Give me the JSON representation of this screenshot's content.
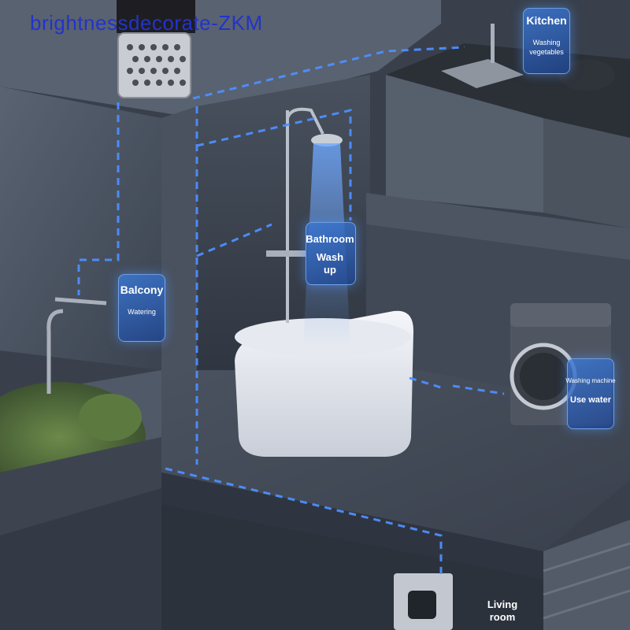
{
  "watermark": "brightnessdecorate-ZKM",
  "labels": {
    "kitchen": {
      "title": "Kitchen",
      "sub_line1": "Washing",
      "sub_line2": "vegetables"
    },
    "bathroom": {
      "title": "Bathroom",
      "sub_line1": "Wash",
      "sub_line2": "up"
    },
    "balcony": {
      "title": "Balcony",
      "sub": "Watering"
    },
    "washing_machine": {
      "title": "Washing machine",
      "sub": "Use water"
    },
    "living_room": {
      "line1": "Living",
      "line2": "room"
    }
  },
  "colors": {
    "pipe_glow": "#4d8fff",
    "bubble": "#2f6fd0",
    "watermark": "#2233cc"
  }
}
